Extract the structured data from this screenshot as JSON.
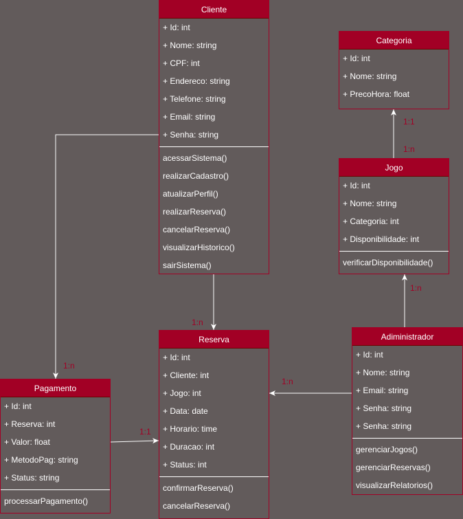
{
  "classes": {
    "cliente": {
      "name": "Cliente",
      "attributes": [
        "+ Id: int",
        "+ Nome: string",
        "+ CPF: int",
        "+ Endereco: string",
        "+ Telefone: string",
        "+ Email: string",
        "+ Senha: string"
      ],
      "methods": [
        "acessarSistema()",
        "realizarCadastro()",
        "atualizarPerfil()",
        "realizarReserva()",
        "cancelarReserva()",
        "visualizarHistorico()",
        "sairSistema()"
      ]
    },
    "categoria": {
      "name": "Categoria",
      "attributes": [
        "+ Id: int",
        "+ Nome: string",
        "+ PrecoHora: float"
      ],
      "methods": []
    },
    "jogo": {
      "name": "Jogo",
      "attributes": [
        "+ Id: int",
        "+ Nome: string",
        "+ Categoria: int",
        "+ Disponibilidade: int"
      ],
      "methods": [
        "verificarDisponibilidade()"
      ]
    },
    "reserva": {
      "name": "Reserva",
      "attributes": [
        "+ Id: int",
        "+ Cliente: int",
        "+ Jogo: int",
        "+ Data: date",
        "+ Horario: time",
        "+ Duracao: int",
        "+ Status: int"
      ],
      "methods": [
        "confirmarReserva()",
        "cancelarReserva()"
      ]
    },
    "administrador": {
      "name": "Adiministrador",
      "attributes": [
        "+ Id: int",
        "+ Nome: string",
        "+ Email: string",
        "+ Senha: string",
        "+ Senha: string"
      ],
      "methods": [
        "gerenciarJogos()",
        "gerenciarReservas()",
        "visualizarRelatorios()"
      ]
    },
    "pagamento": {
      "name": "Pagamento",
      "attributes": [
        "+ Id: int",
        "+ Reserva: int",
        "+ Valor: float",
        "+ MetodoPag: string",
        "+ Status: string"
      ],
      "methods": [
        "processarPagamento()"
      ]
    }
  },
  "multiplicities": {
    "categoria_jogo_top": "1:1",
    "categoria_jogo_bottom": "1:n",
    "jogo_admin": "1:n",
    "cliente_reserva": "1:n",
    "cliente_pagamento": "1:n",
    "admin_reserva": "1:n",
    "pagamento_reserva": "1:1"
  },
  "colors": {
    "background": "#625b5b",
    "header": "#a20025",
    "label": "#a20025",
    "line": "#ffffff"
  }
}
